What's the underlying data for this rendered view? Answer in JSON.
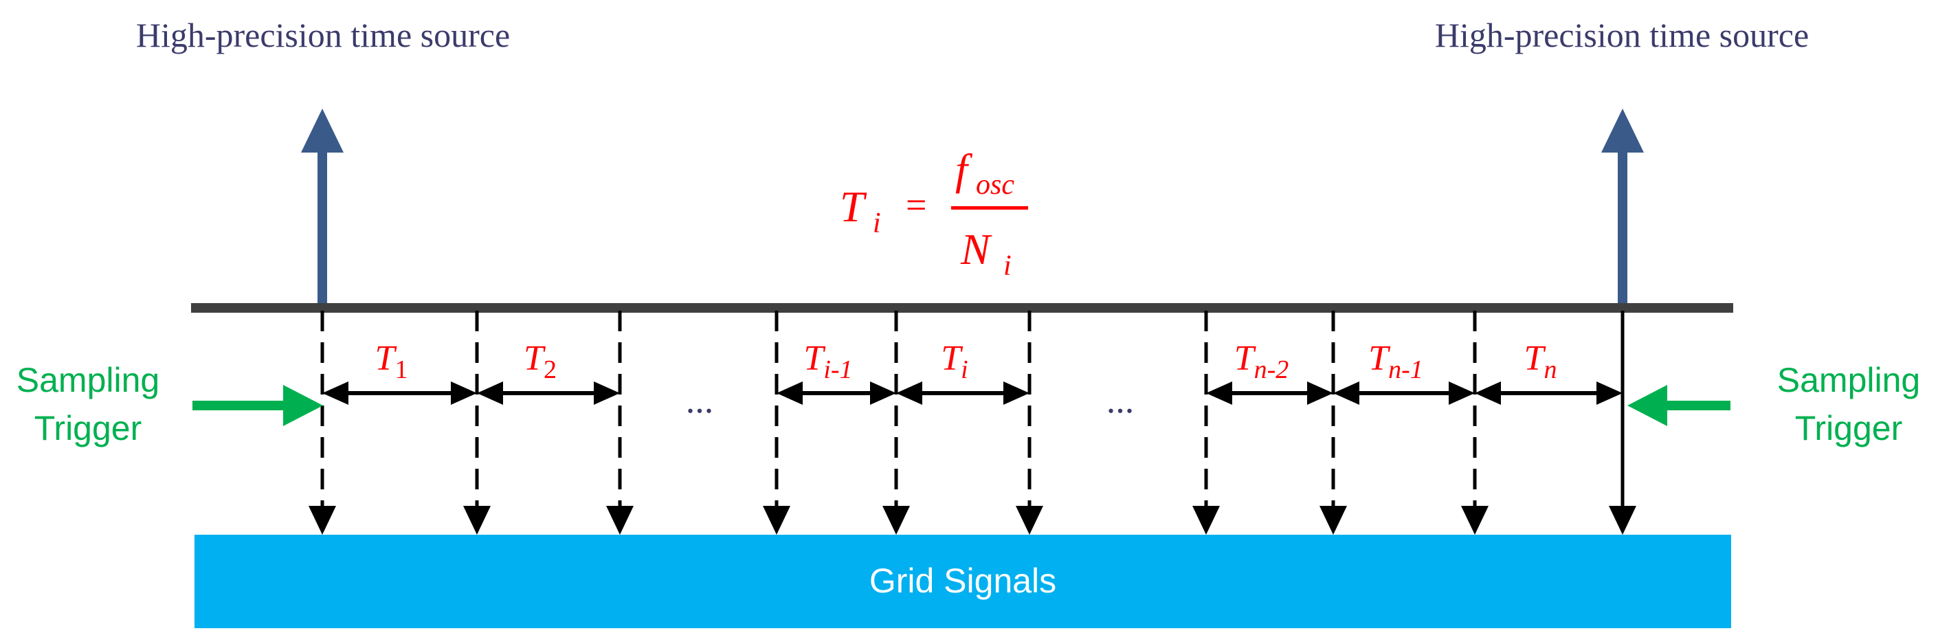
{
  "time_source": {
    "left_label": "High-precision time source",
    "right_label": "High-precision time source"
  },
  "formula": {
    "lhs": "T",
    "lhs_sub": "i",
    "equals": "=",
    "numerator": "f",
    "numerator_sub": "osc",
    "denominator": "N",
    "denominator_sub": "i"
  },
  "trigger": {
    "left_line1": "Sampling",
    "left_line2": "Trigger",
    "right_line1": "Sampling",
    "right_line2": "Trigger"
  },
  "intervals": [
    {
      "main": "T",
      "sub": "1",
      "italic_sub": false
    },
    {
      "main": "T",
      "sub": "2",
      "italic_sub": false
    },
    {
      "main": "T",
      "sub": "i-1",
      "italic_sub": true
    },
    {
      "main": "T",
      "sub": "i",
      "italic_sub": true
    },
    {
      "main": "T",
      "sub": "n-2",
      "italic_sub": true
    },
    {
      "main": "T",
      "sub": "n-1",
      "italic_sub": true
    },
    {
      "main": "T",
      "sub": "n",
      "italic_sub": true
    }
  ],
  "ellipsis": [
    "...",
    "..."
  ],
  "grid": {
    "label": "Grid Signals"
  },
  "colors": {
    "time_arrow": "#3A5A8A",
    "timeline": "#404040",
    "formula": "#FF0000",
    "interval_label": "#FF0000",
    "trigger": "#00B050",
    "grid_bar": "#00B0F0",
    "grid_text": "#FFFFFF",
    "title_text": "#3B3B6B",
    "ellipsis": "#3B3B6B"
  }
}
